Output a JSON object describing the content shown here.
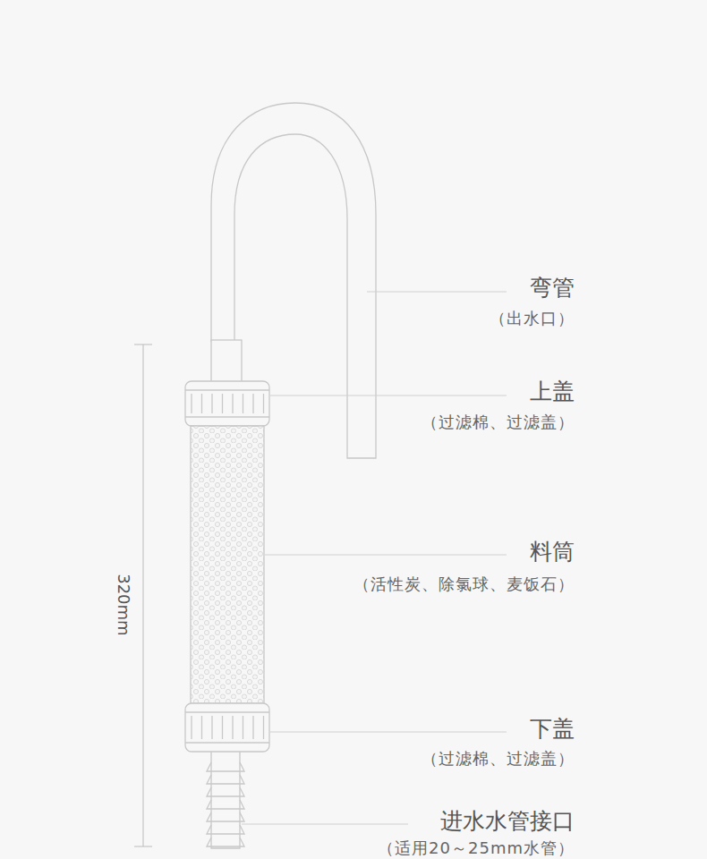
{
  "diagram": {
    "labels": [
      "弯管",
      "（出水口）",
      "上盖",
      "（过滤棉、过滤盖）",
      "料筒",
      "（活性炭、除氯球、麦饭石）",
      "下盖",
      "（过滤棉、过滤盖）",
      "进水水管接口",
      "（适用20～25mm水管）",
      "320mm"
    ]
  }
}
